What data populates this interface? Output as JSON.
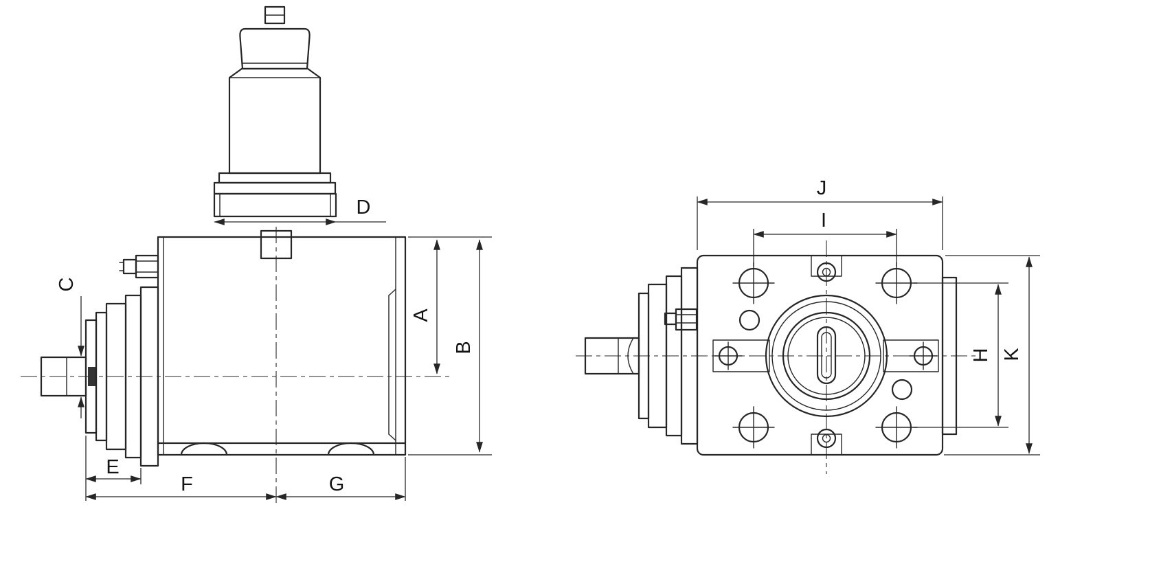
{
  "drawing": {
    "background_color": "#ffffff",
    "line_color": "#262626",
    "side_view": {
      "dim_a": "A",
      "dim_b": "B",
      "dim_c": "C",
      "dim_d": "D",
      "dim_e": "E",
      "dim_f": "F",
      "dim_g": "G"
    },
    "front_view": {
      "dim_h": "H",
      "dim_i": "I",
      "dim_j": "J",
      "dim_k": "K"
    }
  }
}
